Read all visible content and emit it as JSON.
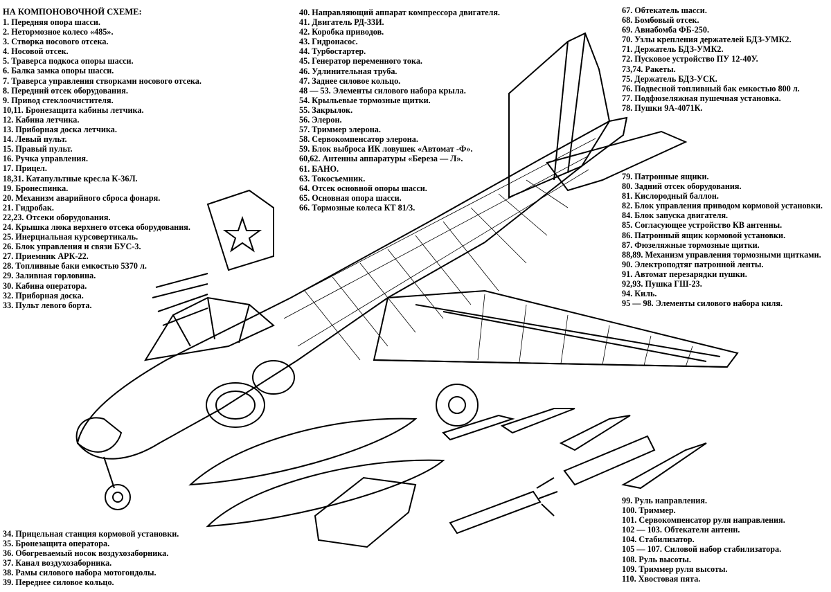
{
  "heading": "НА КОМПОНОВОЧНОЙ СХЕМЕ:",
  "legend_top_left": [
    "1. Передняя опора шасси.",
    "2. Нетормозное колесо «485».",
    "3. Створка носового отсека.",
    "4. Носовой отсек.",
    "5. Траверса подкоса опоры шасси.",
    "6. Балка замка опоры шасси.",
    "7. Траверса управления створками носового отсека.",
    "8. Передний отсек оборудования.",
    "9. Привод стеклоочистителя.",
    "10,11. Бронезащита кабины летчика.",
    "12. Кабина летчика.",
    "13. Приборная доска летчика.",
    "14. Левый пульт.",
    "15. Правый пульт.",
    "16. Ручка управления.",
    "17. Прицел.",
    "18,31. Катапультные кресла К-36Л.",
    "19. Бронеспинка.",
    "20. Механизм аварийного сброса фонаря.",
    "21. Гидробак.",
    "22,23. Отсеки оборудования.",
    "24. Крышка люка верхнего отсека оборудования.",
    "25. Инерциальная курсовертикаль.",
    "26. Блок управления и связи БУС-3.",
    "27. Приемник АРК-22.",
    "28. Топливные баки емкостью 5370 л.",
    "29. Заливная горловина.",
    "30. Кабина оператора.",
    "32. Приборная доска.",
    "33. Пульт левого борта."
  ],
  "legend_top_middle": [
    "40. Направляющий аппарат компрессора двигателя.",
    "41. Двигатель РД-33И.",
    "42. Коробка приводов.",
    "43. Гидронасос.",
    "44. Турбостартер.",
    "45. Генератор переменного тока.",
    "46. Удлинительная труба.",
    "47. Заднее силовое кольцо.",
    "48 — 53. Элементы силового набора крыла.",
    "54. Крыльевые тормозные щитки.",
    "55. Закрылок.",
    "56. Элерон.",
    "57. Триммер элерона.",
    "58. Сервокомпенсатор элерона.",
    "59. Блок выброса ИК ловушек «Автомат -Ф».",
    "60,62. Антенны аппаратуры «Береза — Л».",
    "61. БАНО.",
    "63. Токосъемник.",
    "64. Отсек основной опоры шасси.",
    "65. Основная опора шасси.",
    "66. Тормозные колеса КТ 81/3."
  ],
  "legend_top_right": [
    "67. Обтекатель шасси.",
    "68. Бомбовый отсек.",
    "69. Авиабомба ФБ-250.",
    "70. Узлы крепления держателей БДЗ-УМК2.",
    "71. Держатель БДЗ-УМК2.",
    "72. Пусковое устройство ПУ 12-40У.",
    "73,74. Ракеты.",
    "75. Держатель БДЗ-УСК.",
    "76. Подвесной топливный бак емкостью 800 л.",
    "77. Подфюзеляжная пушечная установка.",
    "78. Пушки 9А-4071К."
  ],
  "legend_mid_right": [
    "79. Патронные ящики.",
    "80. Задний отсек оборудования.",
    "81. Кислородный баллон.",
    "82. Блок управления приводом кормовой установки.",
    "84. Блок запуска двигателя.",
    "85. Согласующее устройство КВ антенны.",
    "86. Патронный ящик кормовой установки.",
    "87. Фюзеляжные тормозные щитки.",
    "88,89. Механизм управления тормозными щитками.",
    "90. Электроподтяг патронной ленты.",
    "91. Автомат перезарядки пушки.",
    "92,93. Пушка ГШ-23.",
    "94. Киль.",
    "95 — 98. Элементы силового набора киля."
  ],
  "legend_bottom_left": [
    "34. Прицельная станция кормовой установки.",
    "35. Бронезащита оператора.",
    "36. Обогреваемый носок воздухозаборника.",
    "37. Канал воздухозаборника.",
    "38. Рамы силового набора мотогондолы.",
    "39. Переднее силовое кольцо."
  ],
  "legend_bottom_right": [
    "99. Руль направления.",
    "100. Триммер.",
    "101. Сервокомпенсатор руля направления.",
    "102 — 103. Обтекатели антенн.",
    "104. Стабилизатор.",
    "105 — 107. Силовой набор стабилизатора.",
    "108. Руль высоты.",
    "109. Триммер руля высоты.",
    "110. Хвостовая пята."
  ]
}
